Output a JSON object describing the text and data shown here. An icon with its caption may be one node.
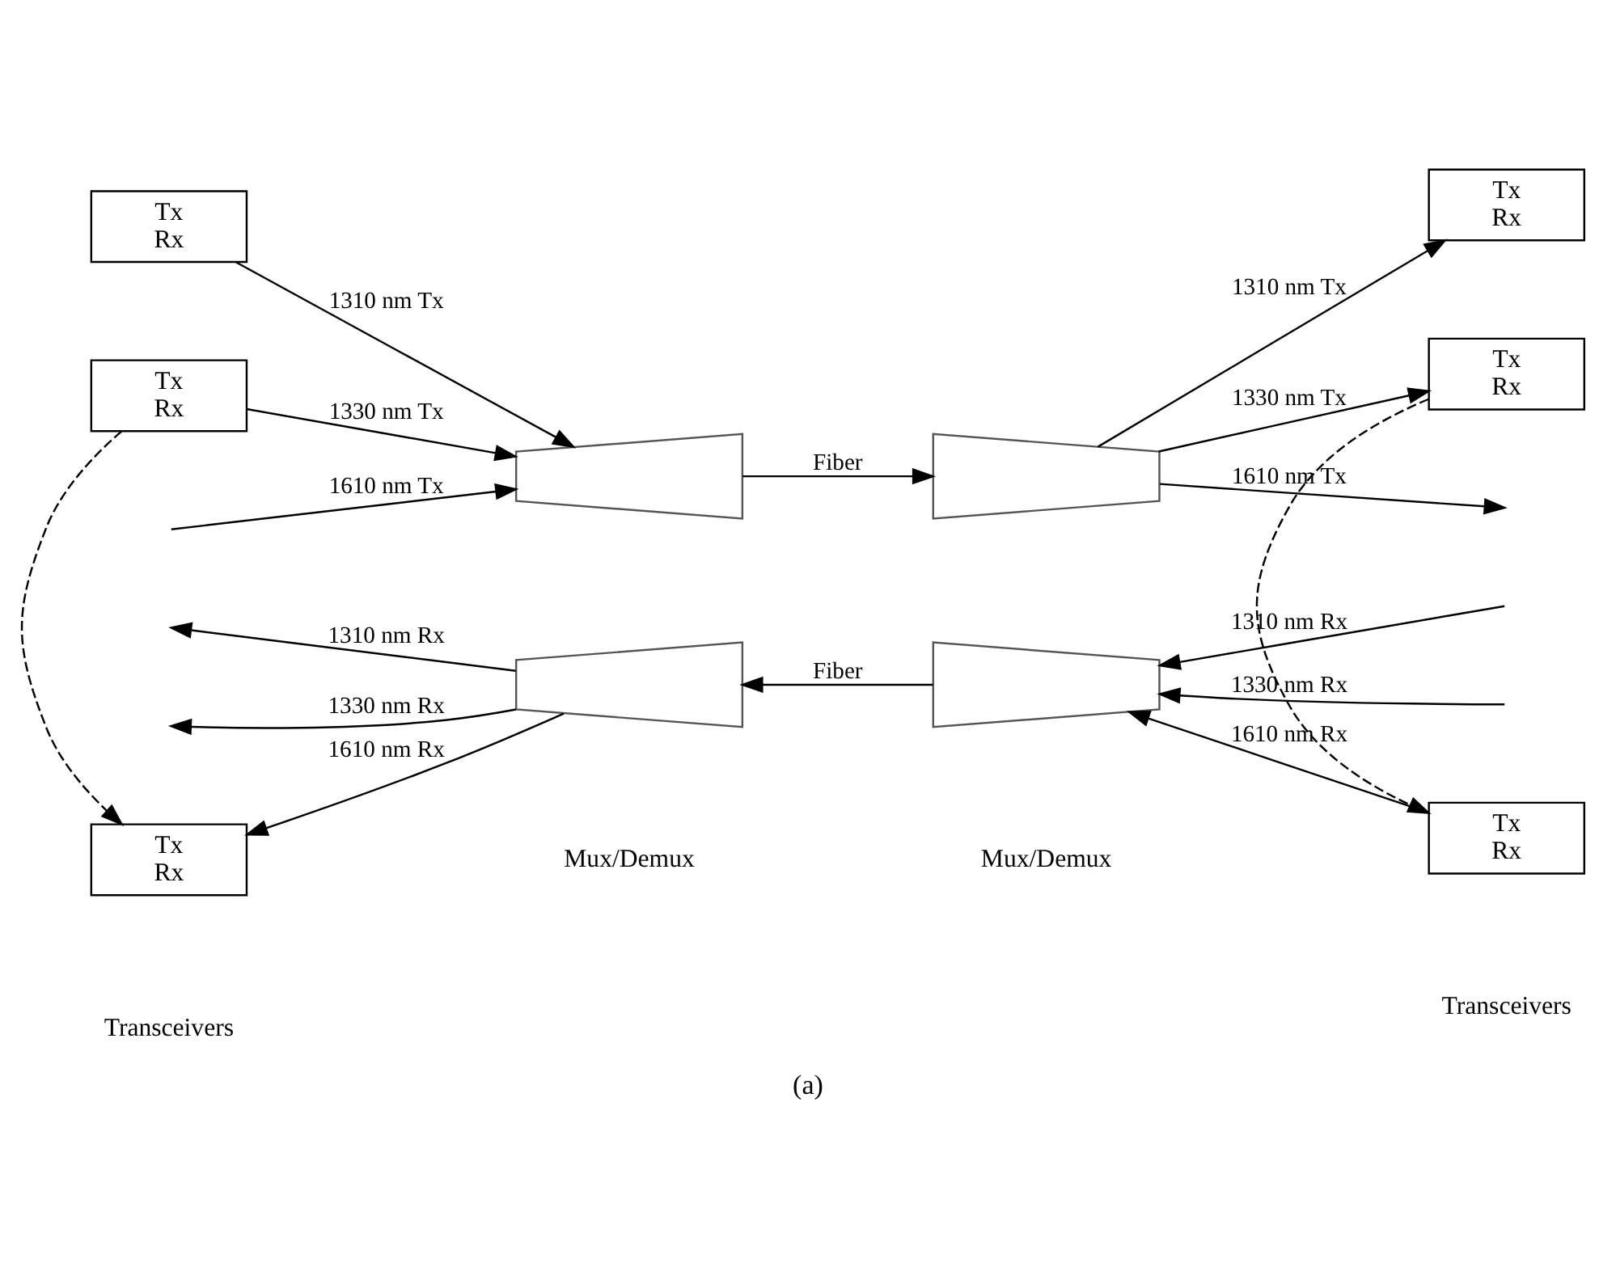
{
  "diagram": {
    "caption": "(a)",
    "nodes": [
      {
        "text": [
          "Tx",
          "Rx"
        ]
      },
      {
        "text": [],
        "shape": "trapezoid"
      },
      {
        "text": [],
        "shape": "trapezoid"
      },
      {
        "text": [
          "Tx",
          "Rx"
        ]
      },
      {
        "text": [
          "Tx",
          "Rx"
        ]
      },
      {
        "text": [
          "Tx",
          "Rx"
        ]
      },
      {
        "text": [],
        "shape": "trapezoid"
      },
      {
        "text": [],
        "shape": "trapezoid"
      },
      {
        "text": [
          "Tx",
          "Rx"
        ]
      },
      {
        "text": [
          "Tx",
          "Rx"
        ]
      }
    ],
    "edges": [
      {
        "from": 0,
        "to": 1,
        "arrow": "to",
        "label": "1310 nm Tx"
      },
      {
        "from": 4,
        "to": 1,
        "arrow": "to",
        "label": "1330 nm Tx"
      },
      {
        "from": null,
        "to": 1,
        "arrow": "to",
        "label": "1610 nm Tx"
      },
      {
        "from": 1,
        "to": 2,
        "arrow": "to",
        "label": "Fiber"
      },
      {
        "from": 2,
        "to": 3,
        "arrow": "to",
        "label": "1310 nm Tx"
      },
      {
        "from": 2,
        "to": 5,
        "arrow": "to",
        "label": "1330 nm Tx"
      },
      {
        "from": 2,
        "to": null,
        "arrow": "to",
        "label": "1610 nm Tx"
      },
      {
        "from": 4,
        "to": 8,
        "arrow": "to",
        "style": "dashed"
      },
      {
        "from": 5,
        "to": 9,
        "arrow": "to",
        "style": "dashed"
      },
      {
        "from": 6,
        "to": null,
        "arrow": "to",
        "label": "1310 nm Rx"
      },
      {
        "from": 6,
        "to": null,
        "arrow": "to",
        "label": "1330 nm Rx"
      },
      {
        "from": 6,
        "to": 8,
        "arrow": "to",
        "label": "1610 nm Rx"
      },
      {
        "from": null,
        "to": 7,
        "arrow": "to",
        "label": "1310 nm Rx"
      },
      {
        "from": null,
        "to": 7,
        "arrow": "to",
        "label": "1330 nm Rx"
      },
      {
        "from": 9,
        "to": 7,
        "arrow": "to",
        "label": "1610 nm Rx"
      },
      {
        "from": 7,
        "to": 6,
        "arrow": "to",
        "label": "Fiber"
      }
    ],
    "labels": [
      "Transceivers",
      "Mux/Demux",
      "Mux/Demux",
      "Transceivers"
    ]
  }
}
